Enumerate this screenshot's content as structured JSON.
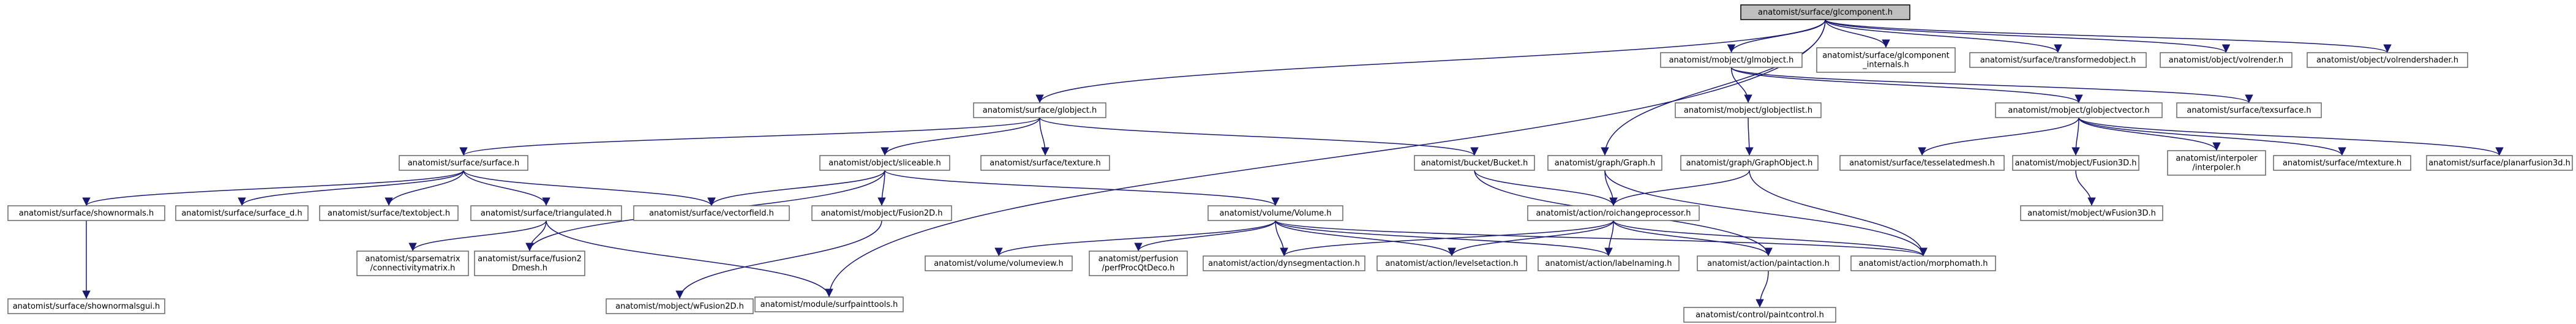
{
  "colors": {
    "root_fill": "#bfbfbf",
    "node_fill": "#ffffff",
    "node_border": "#666666",
    "edge": "#191970",
    "text": "#000000"
  },
  "nodes": [
    {
      "id": "root",
      "lines": [
        "anatomist/surface/glcomponent.h"
      ]
    },
    {
      "id": "globject",
      "lines": [
        "anatomist/surface/globject.h"
      ]
    },
    {
      "id": "surfpainttools",
      "lines": [
        "anatomist/module/surfpainttools.h"
      ]
    },
    {
      "id": "graph",
      "lines": [
        "anatomist/graph/Graph.h"
      ]
    },
    {
      "id": "glmobject",
      "lines": [
        "anatomist/mobject/glmobject.h"
      ]
    },
    {
      "id": "glcomp_internals",
      "lines": [
        "anatomist/surface/glcomponent",
        "_internals.h"
      ]
    },
    {
      "id": "transformedobject",
      "lines": [
        "anatomist/surface/transformedobject.h"
      ]
    },
    {
      "id": "volrender",
      "lines": [
        "anatomist/object/volrender.h"
      ]
    },
    {
      "id": "volrendershader",
      "lines": [
        "anatomist/object/volrendershader.h"
      ]
    },
    {
      "id": "surface",
      "lines": [
        "anatomist/surface/surface.h"
      ]
    },
    {
      "id": "sliceable",
      "lines": [
        "anatomist/object/sliceable.h"
      ]
    },
    {
      "id": "texture",
      "lines": [
        "anatomist/surface/texture.h"
      ]
    },
    {
      "id": "bucket",
      "lines": [
        "anatomist/bucket/Bucket.h"
      ]
    },
    {
      "id": "globjectlist",
      "lines": [
        "anatomist/mobject/globjectlist.h"
      ]
    },
    {
      "id": "globjectvector",
      "lines": [
        "anatomist/mobject/globjectvector.h"
      ]
    },
    {
      "id": "texsurface",
      "lines": [
        "anatomist/surface/texsurface.h"
      ]
    },
    {
      "id": "graphobject",
      "lines": [
        "anatomist/graph/GraphObject.h"
      ]
    },
    {
      "id": "shownormals",
      "lines": [
        "anatomist/surface/shownormals.h"
      ]
    },
    {
      "id": "surface_d",
      "lines": [
        "anatomist/surface/surface_d.h"
      ]
    },
    {
      "id": "textobject",
      "lines": [
        "anatomist/surface/textobject.h"
      ]
    },
    {
      "id": "triangulated",
      "lines": [
        "anatomist/surface/triangulated.h"
      ]
    },
    {
      "id": "vectorfield",
      "lines": [
        "anatomist/surface/vectorfield.h"
      ]
    },
    {
      "id": "fusion2d",
      "lines": [
        "anatomist/mobject/Fusion2D.h"
      ]
    },
    {
      "id": "volume",
      "lines": [
        "anatomist/volume/Volume.h"
      ]
    },
    {
      "id": "roichange",
      "lines": [
        "anatomist/action/roichangeprocessor.h"
      ]
    },
    {
      "id": "tesselatedmesh",
      "lines": [
        "anatomist/surface/tesselatedmesh.h"
      ]
    },
    {
      "id": "fusion3d",
      "lines": [
        "anatomist/mobject/Fusion3D.h"
      ]
    },
    {
      "id": "interpoler",
      "lines": [
        "anatomist/interpoler",
        "/interpoler.h"
      ]
    },
    {
      "id": "mtexture",
      "lines": [
        "anatomist/surface/mtexture.h"
      ]
    },
    {
      "id": "planarfusion",
      "lines": [
        "anatomist/surface/planarfusion3d.h"
      ]
    },
    {
      "id": "shownormalsgui",
      "lines": [
        "anatomist/surface/shownormalsgui.h"
      ]
    },
    {
      "id": "sparsematrix",
      "lines": [
        "anatomist/sparsematrix",
        "/connectivitymatrix.h"
      ]
    },
    {
      "id": "fusion2dmesh",
      "lines": [
        "anatomist/surface/fusion2",
        "Dmesh.h"
      ]
    },
    {
      "id": "wfusion2d",
      "lines": [
        "anatomist/mobject/wFusion2D.h"
      ]
    },
    {
      "id": "volumeview",
      "lines": [
        "anatomist/volume/volumeview.h"
      ]
    },
    {
      "id": "perfproc",
      "lines": [
        "anatomist/perfusion",
        "/perfProcQtDeco.h"
      ]
    },
    {
      "id": "dynsegment",
      "lines": [
        "anatomist/action/dynsegmentaction.h"
      ]
    },
    {
      "id": "levelset",
      "lines": [
        "anatomist/action/levelsetaction.h"
      ]
    },
    {
      "id": "labelnaming",
      "lines": [
        "anatomist/action/labelnaming.h"
      ]
    },
    {
      "id": "paintaction",
      "lines": [
        "anatomist/action/paintaction.h"
      ]
    },
    {
      "id": "morphomath",
      "lines": [
        "anatomist/action/morphomath.h"
      ]
    },
    {
      "id": "wfusion3d",
      "lines": [
        "anatomist/mobject/wFusion3D.h"
      ]
    },
    {
      "id": "paintcontrol",
      "lines": [
        "anatomist/control/paintcontrol.h"
      ]
    }
  ],
  "edges": [
    [
      "root",
      "globject"
    ],
    [
      "root",
      "surfpainttools"
    ],
    [
      "root",
      "graph"
    ],
    [
      "root",
      "glmobject"
    ],
    [
      "root",
      "glcomp_internals"
    ],
    [
      "root",
      "transformedobject"
    ],
    [
      "root",
      "volrender"
    ],
    [
      "root",
      "volrendershader"
    ],
    [
      "globject",
      "surface"
    ],
    [
      "globject",
      "sliceable"
    ],
    [
      "globject",
      "texture"
    ],
    [
      "globject",
      "bucket"
    ],
    [
      "glmobject",
      "globjectlist"
    ],
    [
      "glmobject",
      "globjectvector"
    ],
    [
      "glmobject",
      "texsurface"
    ],
    [
      "surface",
      "shownormals"
    ],
    [
      "surface",
      "surface_d"
    ],
    [
      "surface",
      "textobject"
    ],
    [
      "surface",
      "triangulated"
    ],
    [
      "surface",
      "vectorfield"
    ],
    [
      "sliceable",
      "vectorfield"
    ],
    [
      "sliceable",
      "fusion2d"
    ],
    [
      "sliceable",
      "volume"
    ],
    [
      "sliceable",
      "fusion2dmesh"
    ],
    [
      "bucket",
      "roichange"
    ],
    [
      "bucket",
      "paintaction"
    ],
    [
      "graph",
      "roichange"
    ],
    [
      "graph",
      "morphomath"
    ],
    [
      "globjectlist",
      "graphobject"
    ],
    [
      "graphobject",
      "roichange"
    ],
    [
      "graphobject",
      "morphomath"
    ],
    [
      "globjectvector",
      "tesselatedmesh"
    ],
    [
      "globjectvector",
      "fusion3d"
    ],
    [
      "globjectvector",
      "interpoler"
    ],
    [
      "globjectvector",
      "mtexture"
    ],
    [
      "globjectvector",
      "planarfusion"
    ],
    [
      "shownormals",
      "shownormalsgui"
    ],
    [
      "triangulated",
      "sparsematrix"
    ],
    [
      "triangulated",
      "fusion2dmesh"
    ],
    [
      "triangulated",
      "surfpainttools"
    ],
    [
      "fusion2d",
      "wfusion2d"
    ],
    [
      "volume",
      "volumeview"
    ],
    [
      "volume",
      "perfproc"
    ],
    [
      "volume",
      "dynsegment"
    ],
    [
      "volume",
      "levelset"
    ],
    [
      "volume",
      "labelnaming"
    ],
    [
      "volume",
      "morphomath"
    ],
    [
      "roichange",
      "dynsegment"
    ],
    [
      "roichange",
      "levelset"
    ],
    [
      "roichange",
      "labelnaming"
    ],
    [
      "roichange",
      "paintaction"
    ],
    [
      "roichange",
      "morphomath"
    ],
    [
      "fusion3d",
      "wfusion3d"
    ],
    [
      "paintaction",
      "paintcontrol"
    ]
  ]
}
